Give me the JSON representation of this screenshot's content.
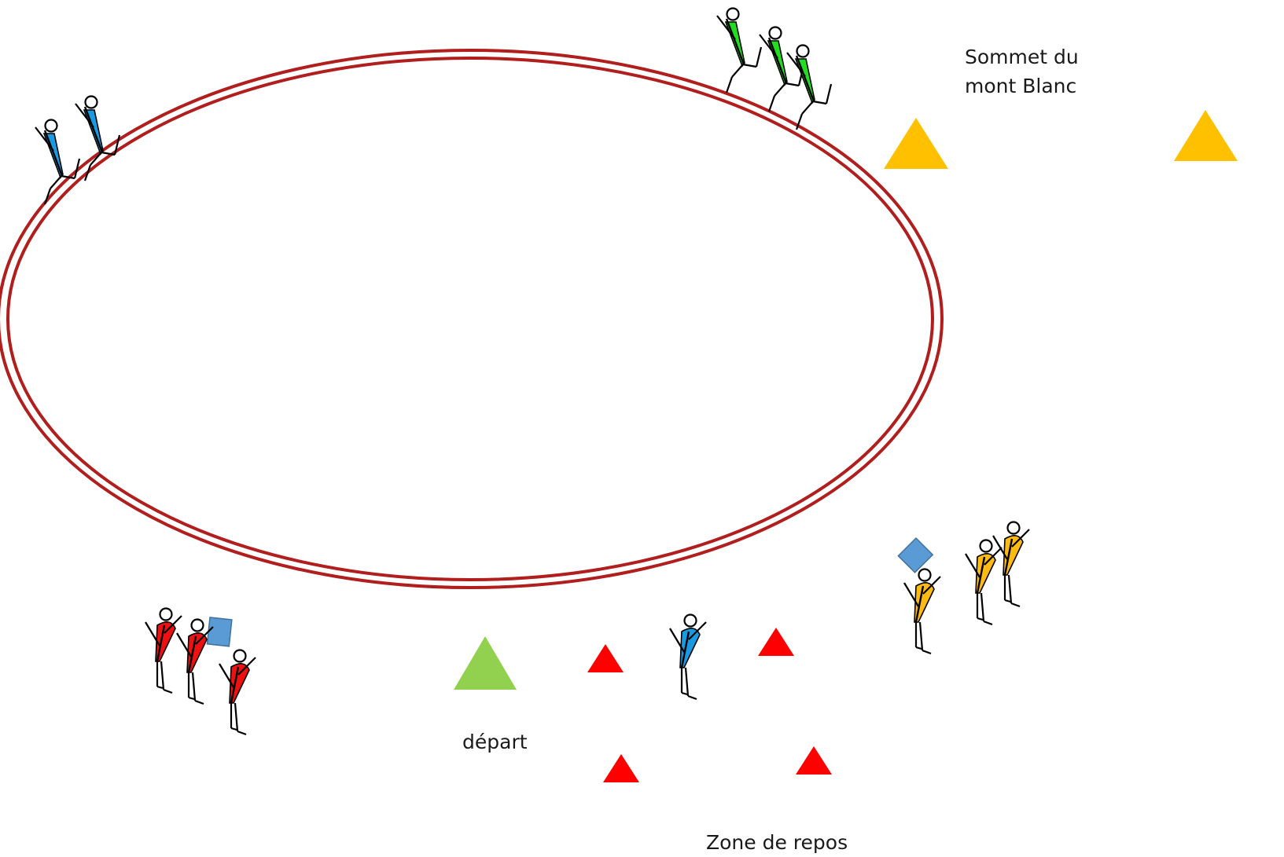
{
  "labels": {
    "summit": "Sommet du\nmont Blanc",
    "start": "départ",
    "rest_zone": "Zone de repos"
  },
  "colors": {
    "track": "#b01e1e",
    "summit_cone": "#ffc000",
    "start_cone": "#92d050",
    "rest_cone": "#ff0000",
    "marker_box": "#5b9bd5",
    "team_blue": "#1a9ae0",
    "team_green": "#22dd22",
    "team_red": "#ee1111",
    "team_orange": "#ffbb11"
  },
  "icons": {
    "cone": "triangle-cone-icon",
    "runner": "stick-figure-runner-icon",
    "box": "square-marker-icon"
  },
  "groups": [
    {
      "name": "blue runners top-left",
      "color": "team_blue",
      "count": 2
    },
    {
      "name": "green runners top",
      "color": "team_green",
      "count": 3
    },
    {
      "name": "red walkers bottom-left",
      "color": "team_red",
      "count": 3
    },
    {
      "name": "blue walker bottom-middle",
      "color": "team_blue",
      "count": 1
    },
    {
      "name": "orange walkers bottom-right",
      "color": "team_orange",
      "count": 3
    }
  ]
}
